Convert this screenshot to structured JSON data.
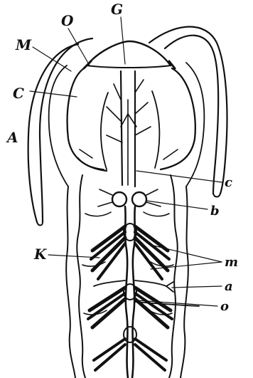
{
  "figure": {
    "labels": {
      "G": "G",
      "O": "O",
      "M": "M",
      "C": "C",
      "A": "A",
      "c": "c",
      "b": "b",
      "K": "K",
      "m": "m",
      "a": "a",
      "o": "o"
    },
    "colors": {
      "ink": "#111111",
      "paper": "#ffffff"
    }
  }
}
